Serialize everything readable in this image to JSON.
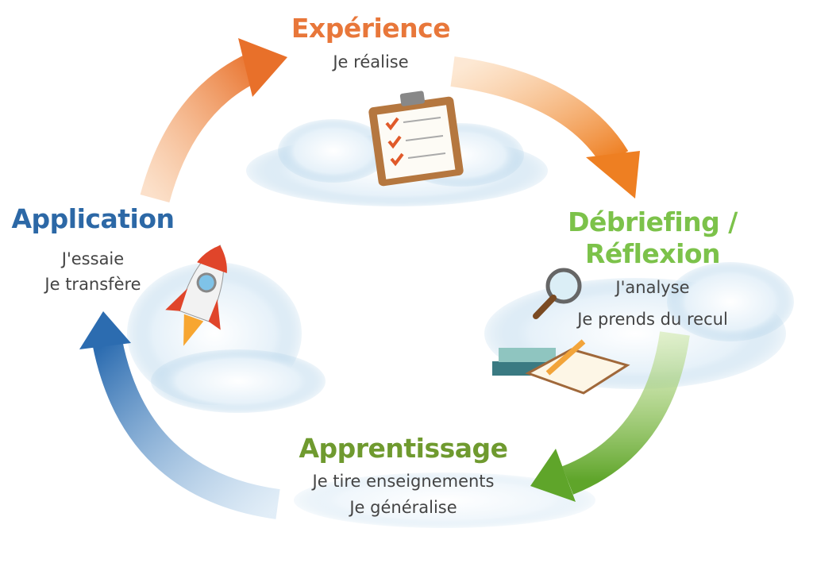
{
  "stages": {
    "experience": {
      "title": "Expérience",
      "lines": [
        "Je réalise"
      ],
      "color": "#e8773a"
    },
    "debriefing": {
      "title_line1": "Débriefing /",
      "title_line2": "Réflexion",
      "lines": [
        "J'analyse",
        "Je prends du recul"
      ],
      "color": "#7cc24a"
    },
    "apprentissage": {
      "title": "Apprentissage",
      "lines": [
        "Je tire enseignements",
        "Je généralise"
      ],
      "color": "#6f9a2f"
    },
    "application": {
      "title": "Application",
      "lines": [
        "J'essaie",
        "Je transfère"
      ],
      "color": "#2c68a6"
    }
  },
  "icons": [
    "clipboard-checklist-icon",
    "magnifier-books-icon",
    "rocket-icon",
    "cloud-icon"
  ]
}
